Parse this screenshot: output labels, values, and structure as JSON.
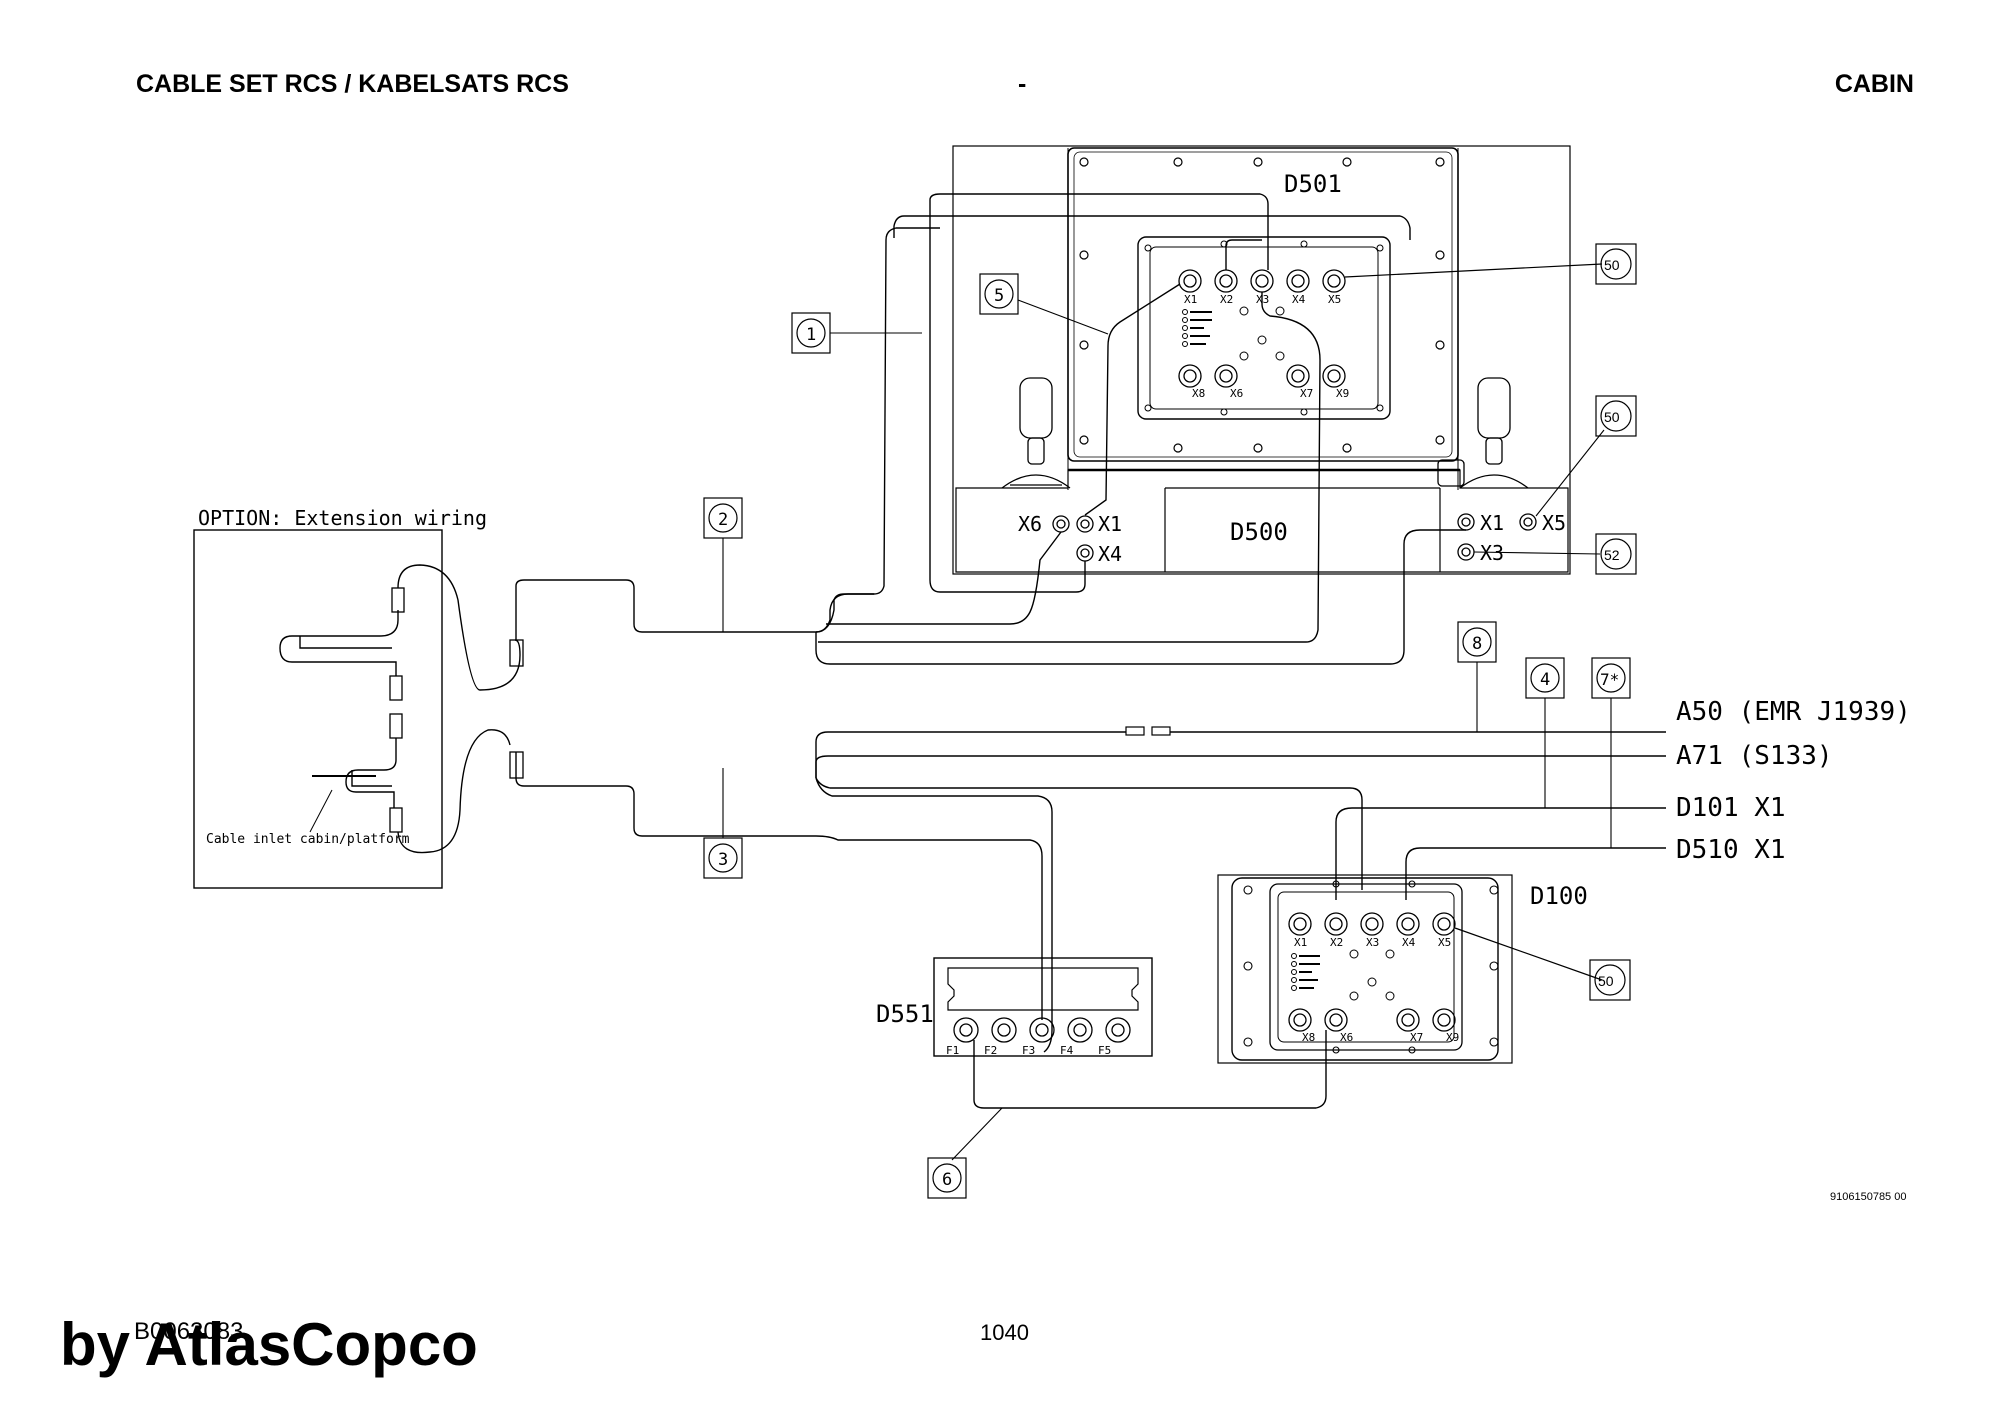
{
  "header": {
    "left_title": "CABLE SET RCS / KABELSATS RCS",
    "center_mark": "-",
    "right_title": "CABIN"
  },
  "footer": {
    "code": "B0063083",
    "page": "1040",
    "watermark": "by AtlasCopco"
  },
  "drawing_number": "9106150785 00",
  "modules": {
    "d501": "D501",
    "d500": "D500",
    "d100": "D100",
    "d551": "D551"
  },
  "option_box": {
    "title": "OPTION: Extension wiring",
    "inlet_label": "Cable inlet cabin/platform"
  },
  "callouts": {
    "c1": "1",
    "c2": "2",
    "c3": "3",
    "c4": "4",
    "c5": "5",
    "c6": "6",
    "c7": "7*",
    "c8": "8",
    "c50a": "50",
    "c50b": "50",
    "c50c": "50",
    "c52": "52"
  },
  "d500_ports": {
    "x6": "X6",
    "x1_left": "X1",
    "x4": "X4",
    "x1_right": "X1",
    "x5": "X5",
    "x3": "X3"
  },
  "d501_ports": {
    "top": [
      "X1",
      "X2",
      "X3",
      "X4",
      "X5"
    ],
    "bottom": [
      "X8",
      "X6",
      "X7",
      "X9"
    ]
  },
  "d100_ports": {
    "top": [
      "X1",
      "X2",
      "X3",
      "X4",
      "X5"
    ],
    "bottom": [
      "X8",
      "X6",
      "X7",
      "X9"
    ]
  },
  "d551_ports": [
    "F1",
    "F2",
    "F3",
    "F4",
    "F5"
  ],
  "destinations": {
    "a50": "A50 (EMR J1939)",
    "a71": "A71 (S133)",
    "d101": "D101 X1",
    "d510": "D510 X1"
  }
}
